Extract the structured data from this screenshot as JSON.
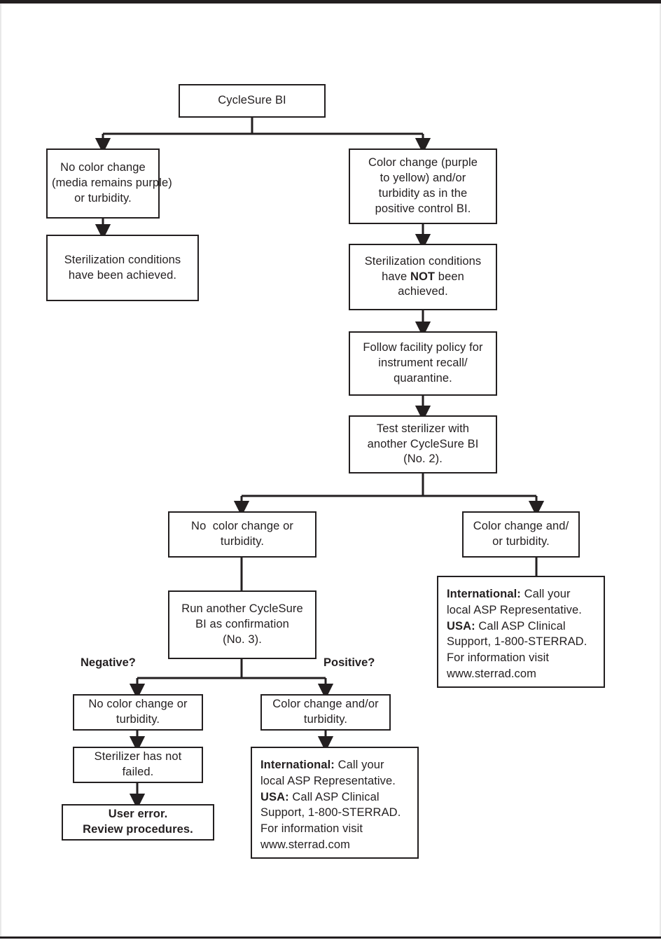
{
  "document": {
    "type": "flowchart",
    "title": "CycleSure BI Results Interpretation Flowchart",
    "line_color": "#231f20",
    "background": "#ffffff"
  },
  "nodes": {
    "start": {
      "id": "start",
      "lines": [
        "CycleSure BI"
      ]
    },
    "negative_result": {
      "id": "negative_result",
      "lines": [
        "No color change",
        "(media remains purple)",
        "or turbidity."
      ]
    },
    "sterilization_achieved": {
      "id": "sterilization_achieved",
      "lines": [
        "Sterilization conditions",
        "have been achieved."
      ]
    },
    "positive_result": {
      "id": "positive_result",
      "lines": [
        "Color change (purple",
        "to yellow) and/or",
        "turbidity as in the",
        "positive control BI."
      ]
    },
    "sterilization_not_achieved": {
      "id": "sterilization_not_achieved",
      "line1": "Sterilization conditions",
      "line2_pre": "have ",
      "line2_bold": "NOT",
      "line2_post": " been",
      "line3": "achieved."
    },
    "follow_policy": {
      "id": "follow_policy",
      "lines": [
        "Follow facility policy for",
        "instrument recall/",
        "quarantine."
      ]
    },
    "test_sterilizer": {
      "id": "test_sterilizer",
      "lines": [
        "Test sterilizer with",
        "another CycleSure BI",
        "(No. 2)."
      ]
    },
    "bi2_negative": {
      "id": "bi2_negative",
      "lines": [
        "No  color change or",
        "turbidity."
      ]
    },
    "bi2_positive": {
      "id": "bi2_positive",
      "lines": [
        "Color change and/",
        "or turbidity."
      ]
    },
    "run_confirmation": {
      "id": "run_confirmation",
      "lines": [
        "Run another CycleSure",
        "BI as confirmation",
        "(No. 3)."
      ]
    },
    "bi3_negative": {
      "id": "bi3_negative",
      "lines": [
        "No color change or",
        "turbidity."
      ]
    },
    "bi3_positive": {
      "id": "bi3_positive",
      "lines": [
        "Color change and/or",
        "turbidity."
      ]
    },
    "sterilizer_not_failed": {
      "id": "sterilizer_not_failed",
      "lines": [
        "Sterilizer has not",
        "failed."
      ]
    },
    "user_error": {
      "id": "user_error",
      "lines": [
        "User error.",
        "Review procedures."
      ]
    },
    "contact_right": {
      "id": "contact_right",
      "label_international": "International:",
      "international_text": " Call your",
      "line2": "local ASP Representative.",
      "label_usa": "USA:",
      "usa_text": " Call ASP Clinical",
      "line4": "Support, 1-800-STERRAD.",
      "line5": "For information visit",
      "line6": "www.sterrad.com"
    },
    "contact_bottom": {
      "id": "contact_bottom",
      "label_international": "International:",
      "international_text": " Call your",
      "line2": "local ASP Representative.",
      "label_usa": "USA:",
      "usa_text": " Call ASP Clinical",
      "line4": "Support, 1-800-STERRAD.",
      "line5": "For information visit",
      "line6": "www.sterrad.com"
    }
  },
  "edge_labels": {
    "negative": "Negative?",
    "positive": "Positive?"
  }
}
